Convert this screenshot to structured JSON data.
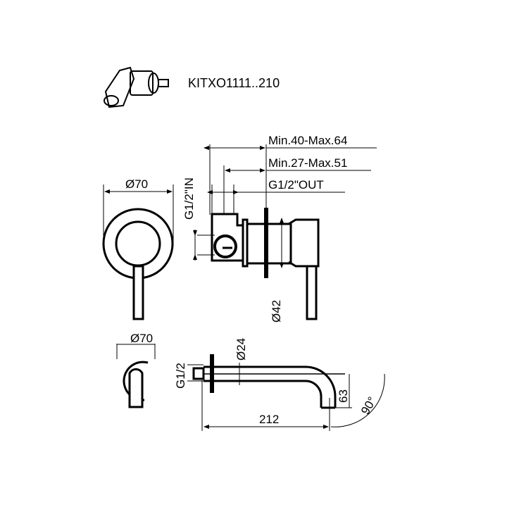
{
  "kit": {
    "code": "KITXO1111..210",
    "icon": "valve-cartridge-icon"
  },
  "mixer": {
    "rosette_diameter": "Ø70",
    "dim_min40_max64": "Min.40-Max.64",
    "dim_min27_max51": "Min.27-Max.51",
    "outlet_thread": "G1/2\"OUT",
    "inlet_thread": "G1/2\"IN",
    "body_diameter": "Ø42"
  },
  "spout": {
    "rosette_diameter": "Ø70",
    "tube_diameter": "Ø24",
    "thread": "G1/2",
    "length": "212",
    "drop": "63",
    "angle": "90°"
  }
}
